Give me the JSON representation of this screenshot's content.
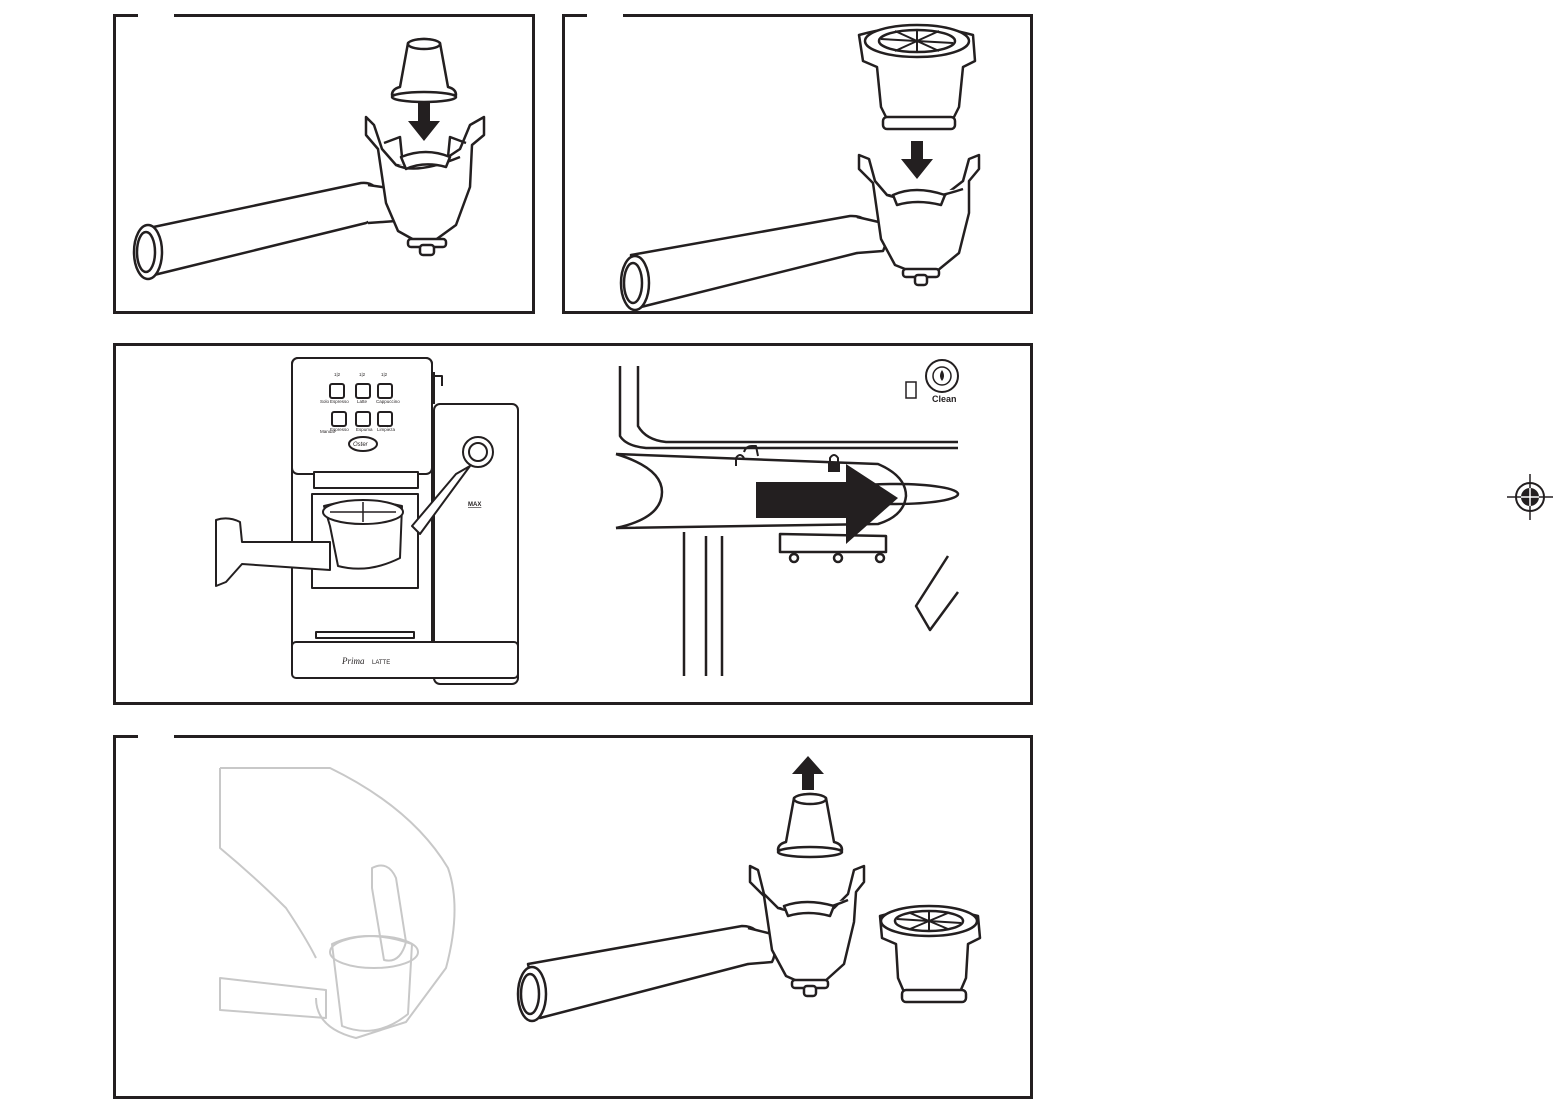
{
  "panels": [
    {
      "id": "step-1",
      "description_hidden": ""
    },
    {
      "id": "step-2"
    },
    {
      "id": "step-3"
    },
    {
      "id": "step-4"
    }
  ],
  "machine": {
    "buttons_top": [
      "Espresso",
      "Latte",
      "Cappuccino"
    ],
    "buttons_bottom": [
      "Espresso",
      "Espuma",
      "Limpieza"
    ],
    "left_tag_top": "Solo",
    "left_tag_bottom": "Manual",
    "size_marks": [
      "1|2",
      "1|2",
      "1|2"
    ],
    "brand": "Oster",
    "model_script": "Prima",
    "model_caps": "LATTE",
    "max_label": "MAX"
  },
  "detail": {
    "clean_label": "Clean"
  },
  "colors": {
    "line": "#231f20",
    "faded": "#c8c8c8",
    "white": "#ffffff"
  }
}
